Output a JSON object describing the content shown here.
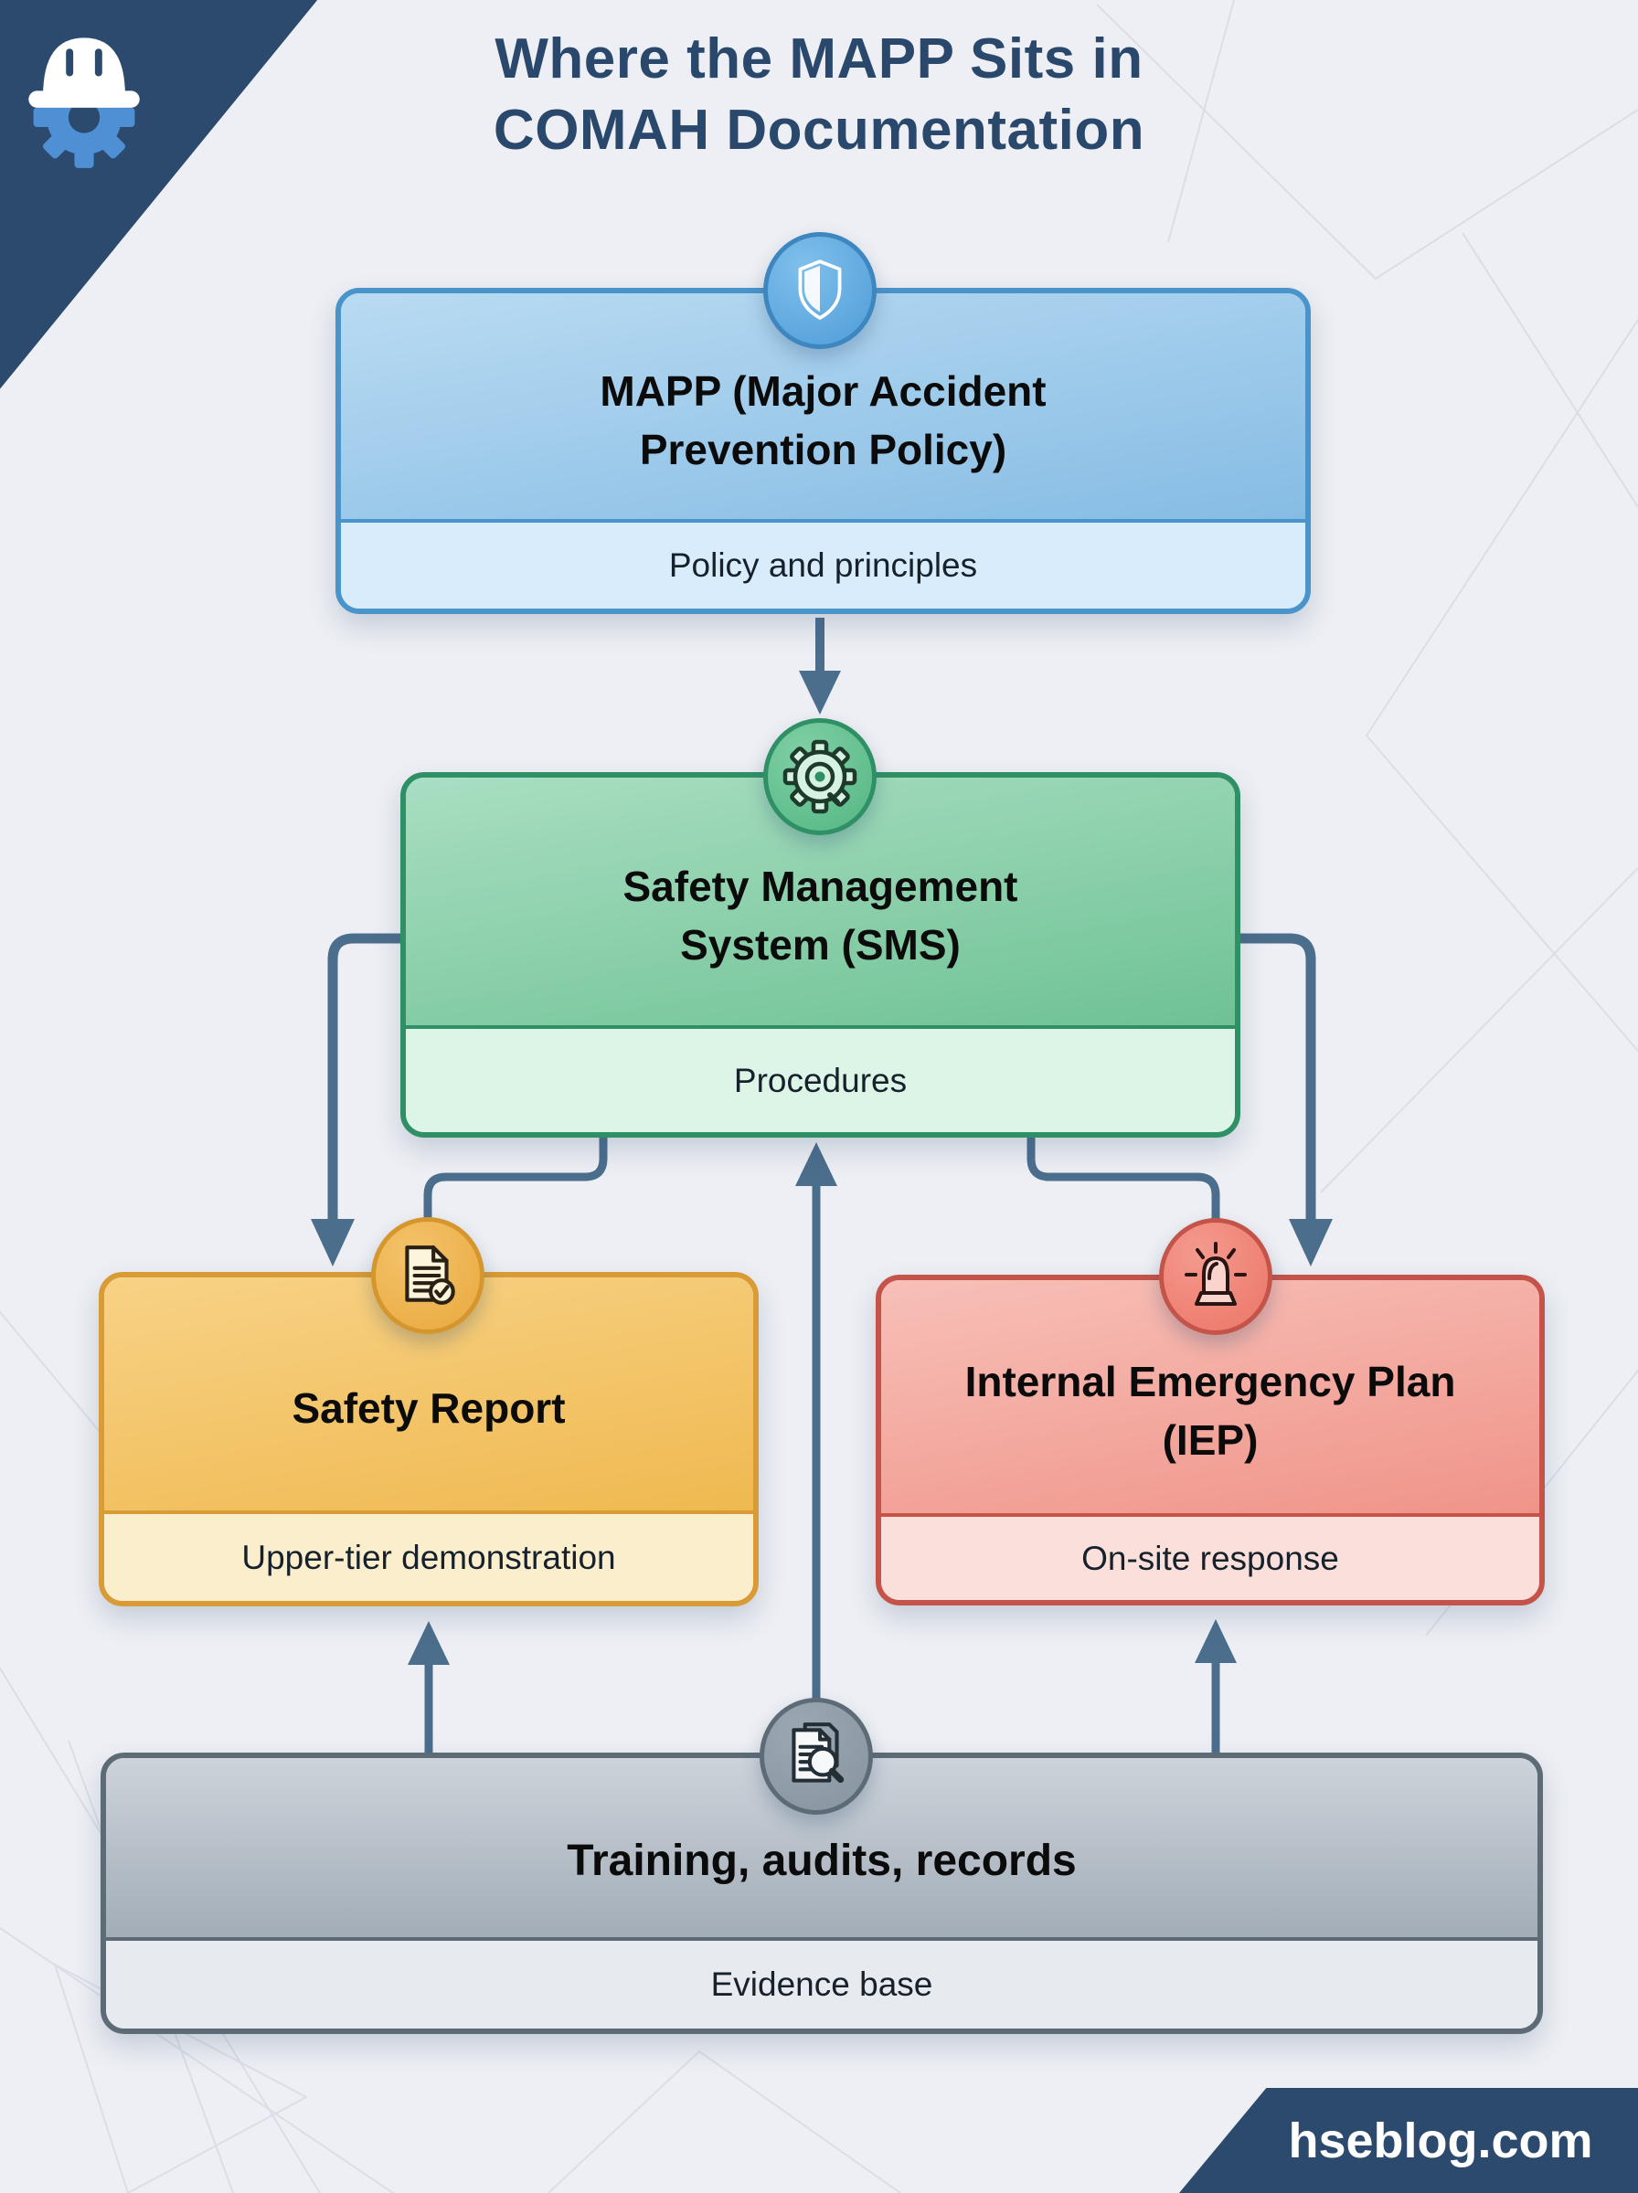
{
  "header": {
    "title_line1": "Where the MAPP Sits in",
    "title_line2": "COMAH Documentation",
    "logo": "hardhat-gear-icon"
  },
  "footer": {
    "watermark": "hseblog.com"
  },
  "nodes": {
    "mapp": {
      "title": "MAPP (Major Accident Prevention Policy)",
      "subtitle": "Policy and principles",
      "icon": "shield-icon",
      "accent": "#4a94cc"
    },
    "sms": {
      "title": "Safety Management System (SMS)",
      "subtitle": "Procedures",
      "icon": "gear-icon",
      "accent": "#2f9065"
    },
    "safety_report": {
      "title": "Safety Report",
      "subtitle": "Upper-tier demonstration",
      "icon": "document-check-icon",
      "accent": "#d89b35"
    },
    "iep": {
      "title": "Internal Emergency Plan (IEP)",
      "subtitle": "On-site response",
      "icon": "siren-icon",
      "accent": "#c65349"
    },
    "evidence": {
      "title": "Training, audits, records",
      "subtitle": "Evidence base",
      "icon": "document-search-icon",
      "accent": "#5d6b77"
    }
  },
  "colors": {
    "background": "#edeff4",
    "corner_navy": "#2b4a6e",
    "title_text": "#29486b",
    "connector": "#4c6e8d"
  }
}
